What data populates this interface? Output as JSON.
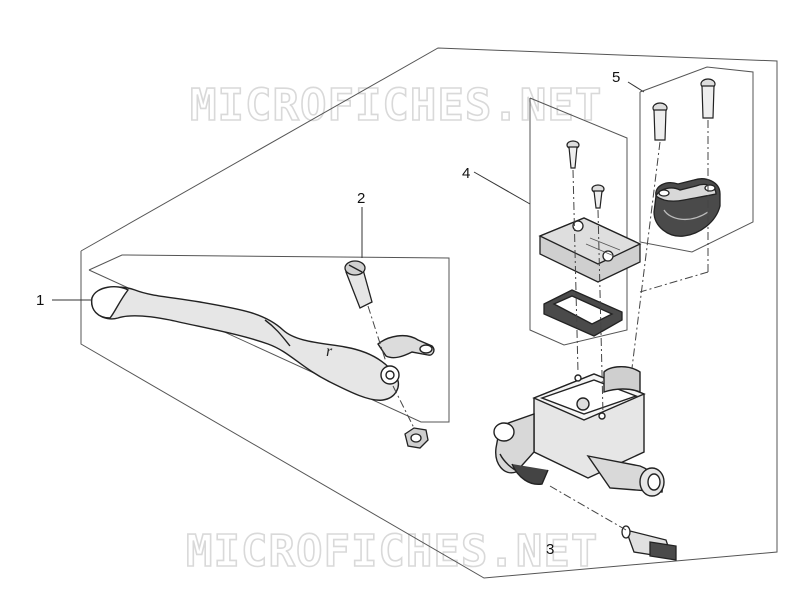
{
  "watermark": {
    "text": "MICROFICHES.NET"
  },
  "callouts": [
    {
      "id": "1",
      "label": "1"
    },
    {
      "id": "2",
      "label": "2"
    },
    {
      "id": "3",
      "label": "3"
    },
    {
      "id": "4",
      "label": "4"
    },
    {
      "id": "5",
      "label": "5"
    }
  ],
  "parts": [
    {
      "name": "clutch-lever",
      "callout": "1"
    },
    {
      "name": "lever-kit",
      "callout": "2"
    },
    {
      "name": "switch",
      "callout": "3"
    },
    {
      "name": "reservoir-cap-kit",
      "callout": "4"
    },
    {
      "name": "u-bolt-clamp-kit",
      "callout": "5"
    }
  ],
  "colors": {
    "line": "#222222",
    "part_fill": "#e6e6e6",
    "dark_fill": "#4a4a4a",
    "watermark": "#d9d9d9"
  }
}
